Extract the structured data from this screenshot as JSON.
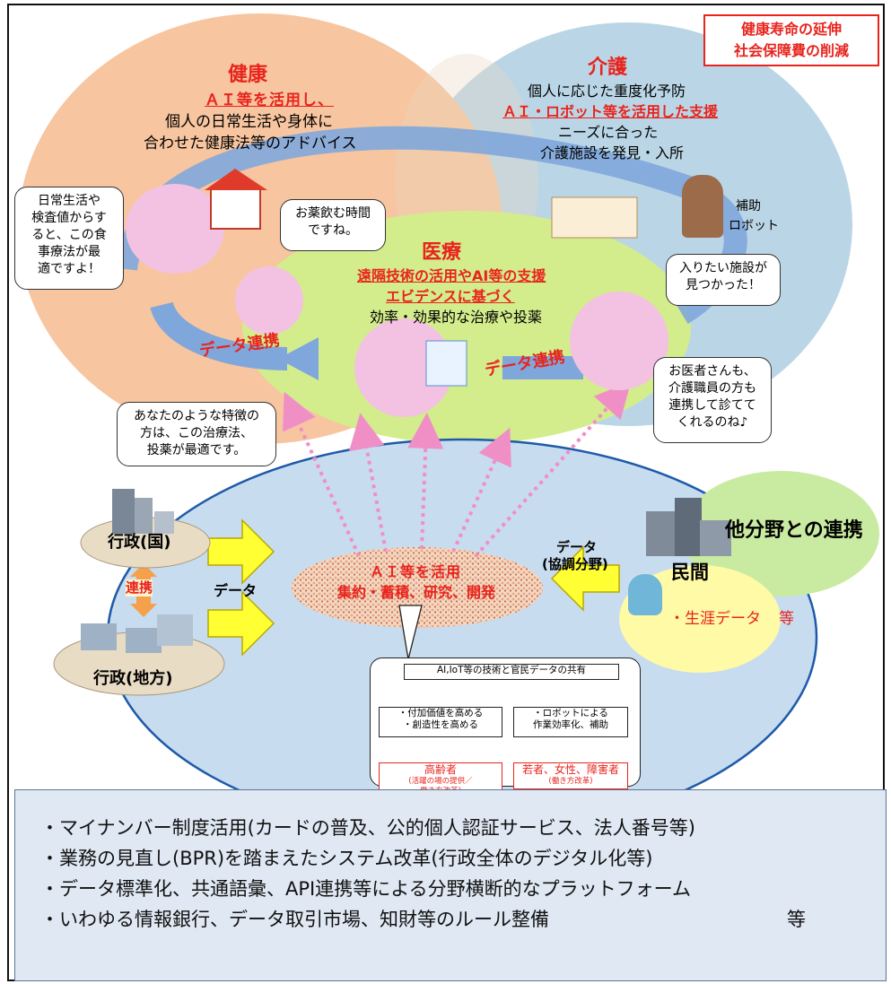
{
  "goal_box": {
    "line1": "健康寿命の延伸",
    "line2": "社会保障費の削減"
  },
  "kenko": {
    "title": "健康",
    "line1": "ＡＩ等を活用し、",
    "line2": "個人の日常生活や身体に",
    "line3": "合わせた健康法等のアドバイス"
  },
  "kaigo": {
    "title": "介護",
    "line1": "個人に応じた重度化予防",
    "line2": "ＡＩ・ロボット等を活用した支援",
    "line3": "ニーズに合った",
    "line4": "介護施設を発見・入所",
    "robot_label1": "補助",
    "robot_label2": "ロボット"
  },
  "iryo": {
    "title": "医療",
    "line1": "遠隔技術の活用やAI等の支援",
    "line2": "エビデンスに基づく",
    "line3": "効率・効果的な治療や投薬"
  },
  "bubbles": {
    "daily": [
      "日常生活や",
      "検査値からす",
      "ると、この食",
      "事療法が最",
      "適ですよ！"
    ],
    "medicine": [
      "お薬飲む時間",
      "ですね。"
    ],
    "facility": [
      "入りたい施設が",
      "見つかった！"
    ],
    "doctor": [
      "お医者さんも、",
      "介護職員の方も",
      "連携して診てて",
      "くれるのね♪"
    ],
    "treatment": [
      "あなたのような特徴の",
      "方は、この治療法、",
      "投薬が最適です。"
    ]
  },
  "data_link_left": "データ連携",
  "data_link_right": "データ連携",
  "other_fields": "他分野との連携",
  "gov_national": "行政(国)",
  "gov_local": "行政(地方)",
  "renkei": "連携",
  "data_label": "データ",
  "data_kyocho": [
    "データ",
    "(協調分野)"
  ],
  "minkan": "民間",
  "lifelong": {
    "label": "・生涯データ",
    "suffix": "等"
  },
  "ai_center": {
    "line1": "ＡＩ等を活用",
    "line2": "集約・蓄積、研究、開発"
  },
  "mini_diagram": {
    "top": "AI,IoT等の技術と官民データの共有",
    "left_box": [
      "・付加価値を高める",
      "・創造性を高める"
    ],
    "right_box": [
      "・ロボットによる",
      "作業効率化、補助"
    ],
    "elderly": "高齢者",
    "elderly_sub": [
      "(活躍の場の提供／",
      "働き方改革)"
    ],
    "youth": "若者、女性、障害者",
    "youth_sub": "(働き方改革)"
  },
  "bottom_items": [
    "・マイナンバー制度活用(カードの普及、公的個人認証サービス、法人番号等)",
    "・業務の見直し(BPR)を踏まえたシステム改革(行政全体のデジタル化等)",
    "・データ標準化、共通語彙、API連携等による分野横断的なプラットフォーム",
    "・いわゆる情報銀行、データ取引市場、知財等のルール整備"
  ],
  "bottom_suffix": "等"
}
